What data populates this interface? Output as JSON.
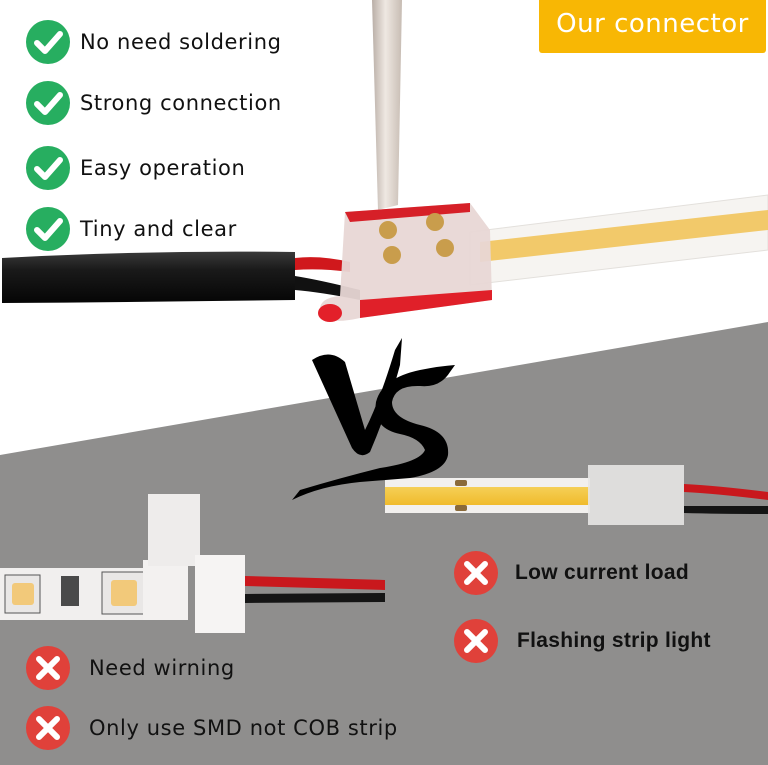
{
  "badge": {
    "label": "Our connector",
    "color": "#f8b704"
  },
  "pros": {
    "icon": "check-circle-icon",
    "color": "#27ae60",
    "items": [
      {
        "label": "No need soldering"
      },
      {
        "label": "Strong connection"
      },
      {
        "label": "Easy operation"
      },
      {
        "label": "Tiny and clear"
      }
    ]
  },
  "versus": {
    "label": "VS"
  },
  "cons_traditional": {
    "icon": "x-circle-icon",
    "color": "#e0413a",
    "items": [
      {
        "label": "Need wirning"
      },
      {
        "label": "Only use SMD not COB strip"
      }
    ]
  },
  "cons_other": {
    "icon": "x-circle-icon",
    "color": "#e0413a",
    "items": [
      {
        "label": "Low current load"
      },
      {
        "label": "Flashing strip light"
      }
    ]
  },
  "colors": {
    "top_background": "#ffffff",
    "bottom_background": "#8f8e8d"
  }
}
